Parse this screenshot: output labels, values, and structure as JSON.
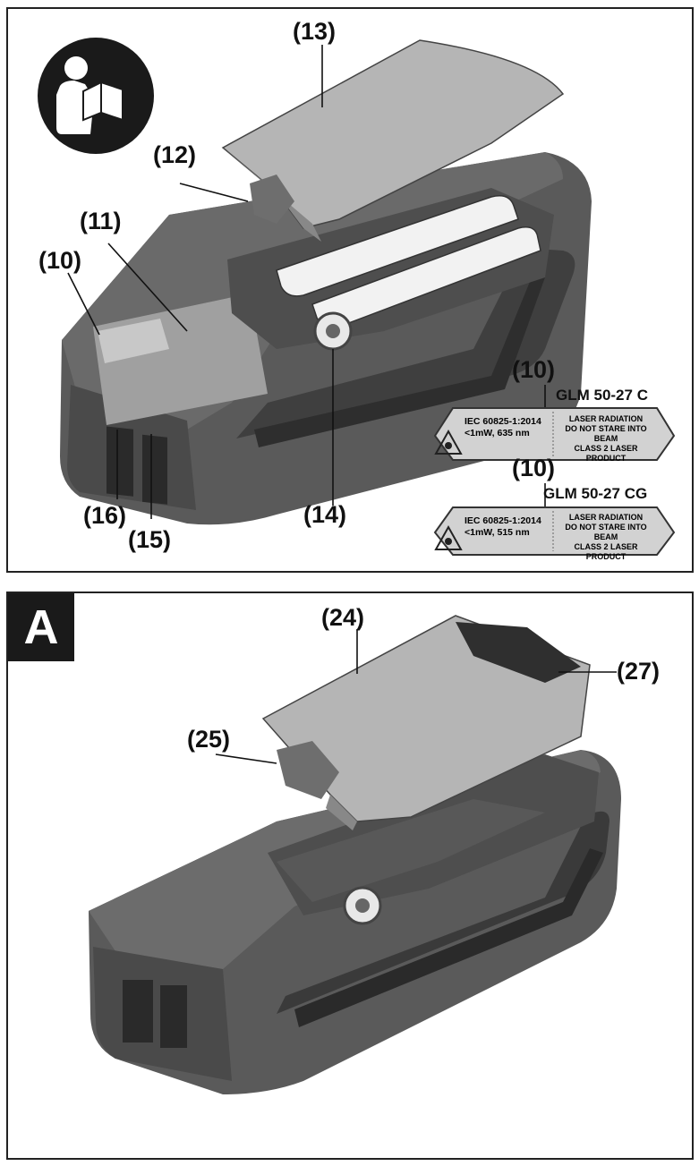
{
  "top_panel": {
    "callouts": {
      "c13": "(13)",
      "c12": "(12)",
      "c11": "(11)",
      "c10": "(10)",
      "c14": "(14)",
      "c16": "(16)",
      "c15": "(15)",
      "c10_label_c": "(10)",
      "c10_label_cg": "(10)"
    },
    "labels": [
      {
        "model": "GLM 50-27 C",
        "standard": "IEC 60825-1:2014",
        "power": "<1mW, 635 nm",
        "warning1": "LASER RADIATION",
        "warning2": "DO NOT STARE INTO BEAM",
        "warning3": "CLASS 2 LASER PRODUCT"
      },
      {
        "model": "GLM 50-27 CG",
        "standard": "IEC 60825-1:2014",
        "power": "<1mW, 515 nm",
        "warning1": "LASER RADIATION",
        "warning2": "DO NOT STARE INTO BEAM",
        "warning3": "CLASS 2 LASER PRODUCT"
      }
    ],
    "icon": "read-manual-icon"
  },
  "bottom_panel": {
    "figure_letter": "A",
    "callouts": {
      "c24": "(24)",
      "c27": "(27)",
      "c25": "(25)"
    }
  },
  "colors": {
    "device_body": "#5a5a5a",
    "device_dark": "#3f3f3f",
    "device_light": "#8a8a8a",
    "cover": "#b5b5b5",
    "label_bg": "#d2d2d2"
  }
}
